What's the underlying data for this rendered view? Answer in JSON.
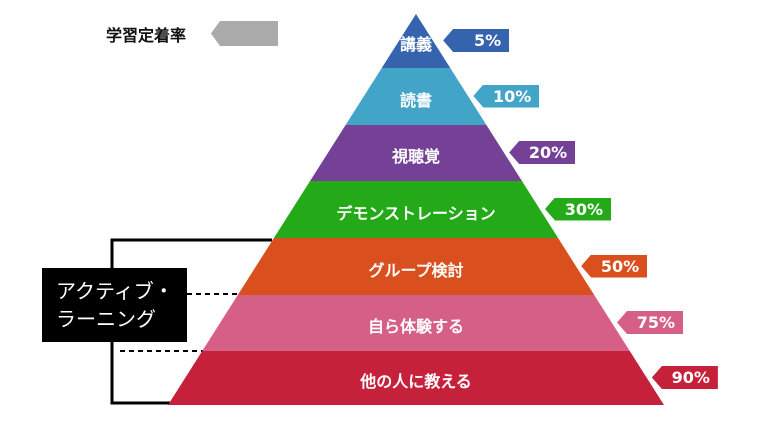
{
  "legend": {
    "title": "学習定着率"
  },
  "active_learning_label": [
    "アクティブ・",
    "ラーニング"
  ],
  "levels": [
    {
      "label": "講義",
      "rate": "5%",
      "color": "#3563ae"
    },
    {
      "label": "読書",
      "rate": "10%",
      "color": "#42a5c8"
    },
    {
      "label": "視聴覚",
      "rate": "20%",
      "color": "#744196"
    },
    {
      "label": "デモンストレーション",
      "rate": "30%",
      "color": "#24a919"
    },
    {
      "label": "グループ検討",
      "rate": "50%",
      "color": "#d9501e"
    },
    {
      "label": "自ら体験する",
      "rate": "75%",
      "color": "#d65f87"
    },
    {
      "label": "他の人に教える",
      "rate": "90%",
      "color": "#c5213a"
    }
  ]
}
